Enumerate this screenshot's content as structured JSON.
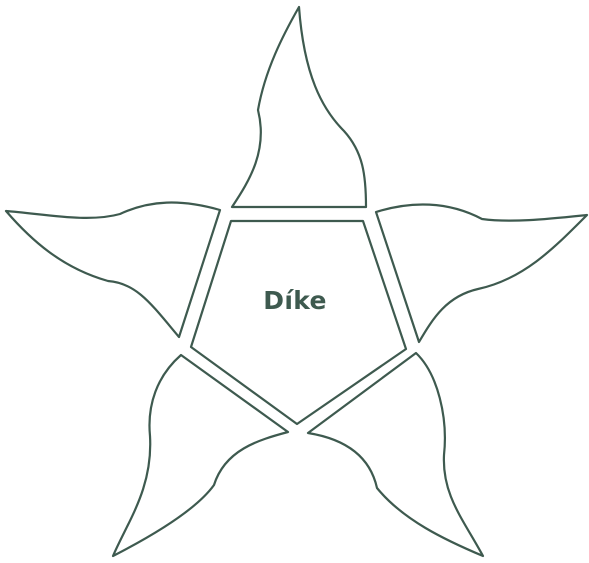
{
  "center": {
    "label": "Díke"
  },
  "colors": {
    "stroke": "#3e5a4f",
    "text": "#3e5a4f",
    "fill": "#ffffff",
    "background": "#ffffff"
  },
  "shapes": [
    {
      "name": "center-pentagon"
    },
    {
      "name": "petal-top"
    },
    {
      "name": "petal-left"
    },
    {
      "name": "petal-right"
    },
    {
      "name": "petal-bottom-left"
    },
    {
      "name": "petal-bottom-right"
    }
  ]
}
